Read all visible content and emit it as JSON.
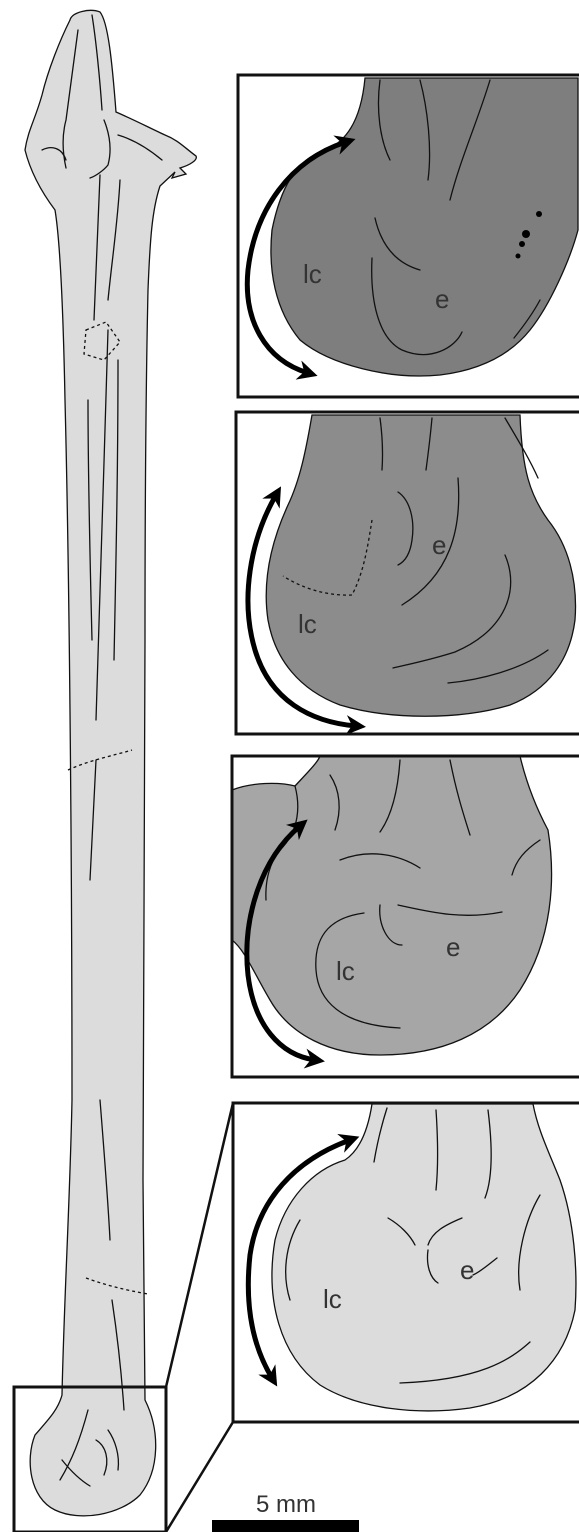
{
  "figure": {
    "colors": {
      "bone_light": "#dcdcdc",
      "panel_dark": "#7e7e7e",
      "panel_medium": "#8c8c8c",
      "panel_light": "#a6a6a6",
      "outline": "#111111",
      "label_text": "#333333"
    },
    "panels": [
      {
        "labels": {
          "lc": "lc",
          "e": "e"
        }
      },
      {
        "labels": {
          "lc": "lc",
          "e": "e"
        }
      },
      {
        "labels": {
          "lc": "lc",
          "e": "e"
        }
      },
      {
        "labels": {
          "lc": "lc",
          "e": "e"
        }
      }
    ],
    "scale_bar": {
      "label": "5 mm"
    }
  }
}
